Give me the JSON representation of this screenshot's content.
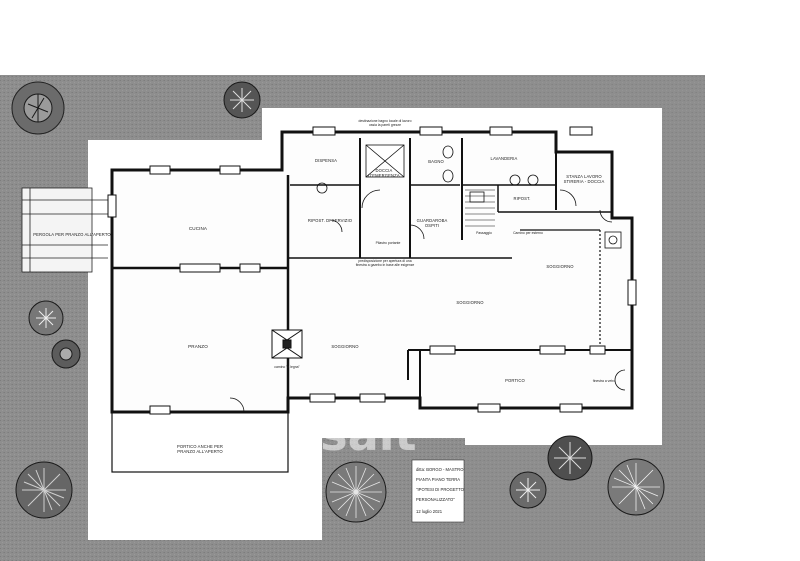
{
  "rooms": {
    "cucina": "CUCINA",
    "pranzo": "PRANZO",
    "soggiorno_left": "SOGGIORNO",
    "soggiorno_mid": "SOGGIORNO",
    "soggiorno_right": "SOGGIORNO",
    "portico": "PORTICO",
    "dispensa": "DISPENSA",
    "doccia": "DOCCIA\nD'EMERGENZA",
    "bagno": "BAGNO",
    "lavanderia": "LAVANDERIA",
    "stanza_lavoro": "STANZA LAVORO\nSTIRERIA - DOCCIA",
    "ripost_sx": "RIPOST. DI SERVIZIO",
    "guardaroba": "GUARDAROBA\nOSPITI",
    "ripost_dx": "RIPOST.",
    "pergola": "PERGOLA PER PRANZO ALL'APERTO",
    "portico_anche": "PORTICO ANCHE PER\nPRANZO ALL'APERTO"
  },
  "notes": {
    "top": "destinazione bagno locale di lavoro\nossia la pareti grezze",
    "camino": "camino \"a legna\"",
    "mid": "predisposizione per apertura di una\nfinestra a gazebo in base alle esigenze",
    "passaggio": "Passaggio",
    "pilastro": "Pilastro portante",
    "right_note": "Camino per esterno",
    "porch_note": "finestra a vetro"
  },
  "title_block": {
    "line1": "ditta: BORGO - MASTRO",
    "line2": "PIANTA PIANO TERRA",
    "line3": "\"IPOTESI DI PROGETTO",
    "line4": "PERSONALIZZATO\"",
    "line5": "12 luglio 2021"
  },
  "watermark": "casait",
  "colors": {
    "ground": "#8c8c8c",
    "paper": "#ffffff",
    "wall": "#111111",
    "tree": "#3a3a3a"
  }
}
